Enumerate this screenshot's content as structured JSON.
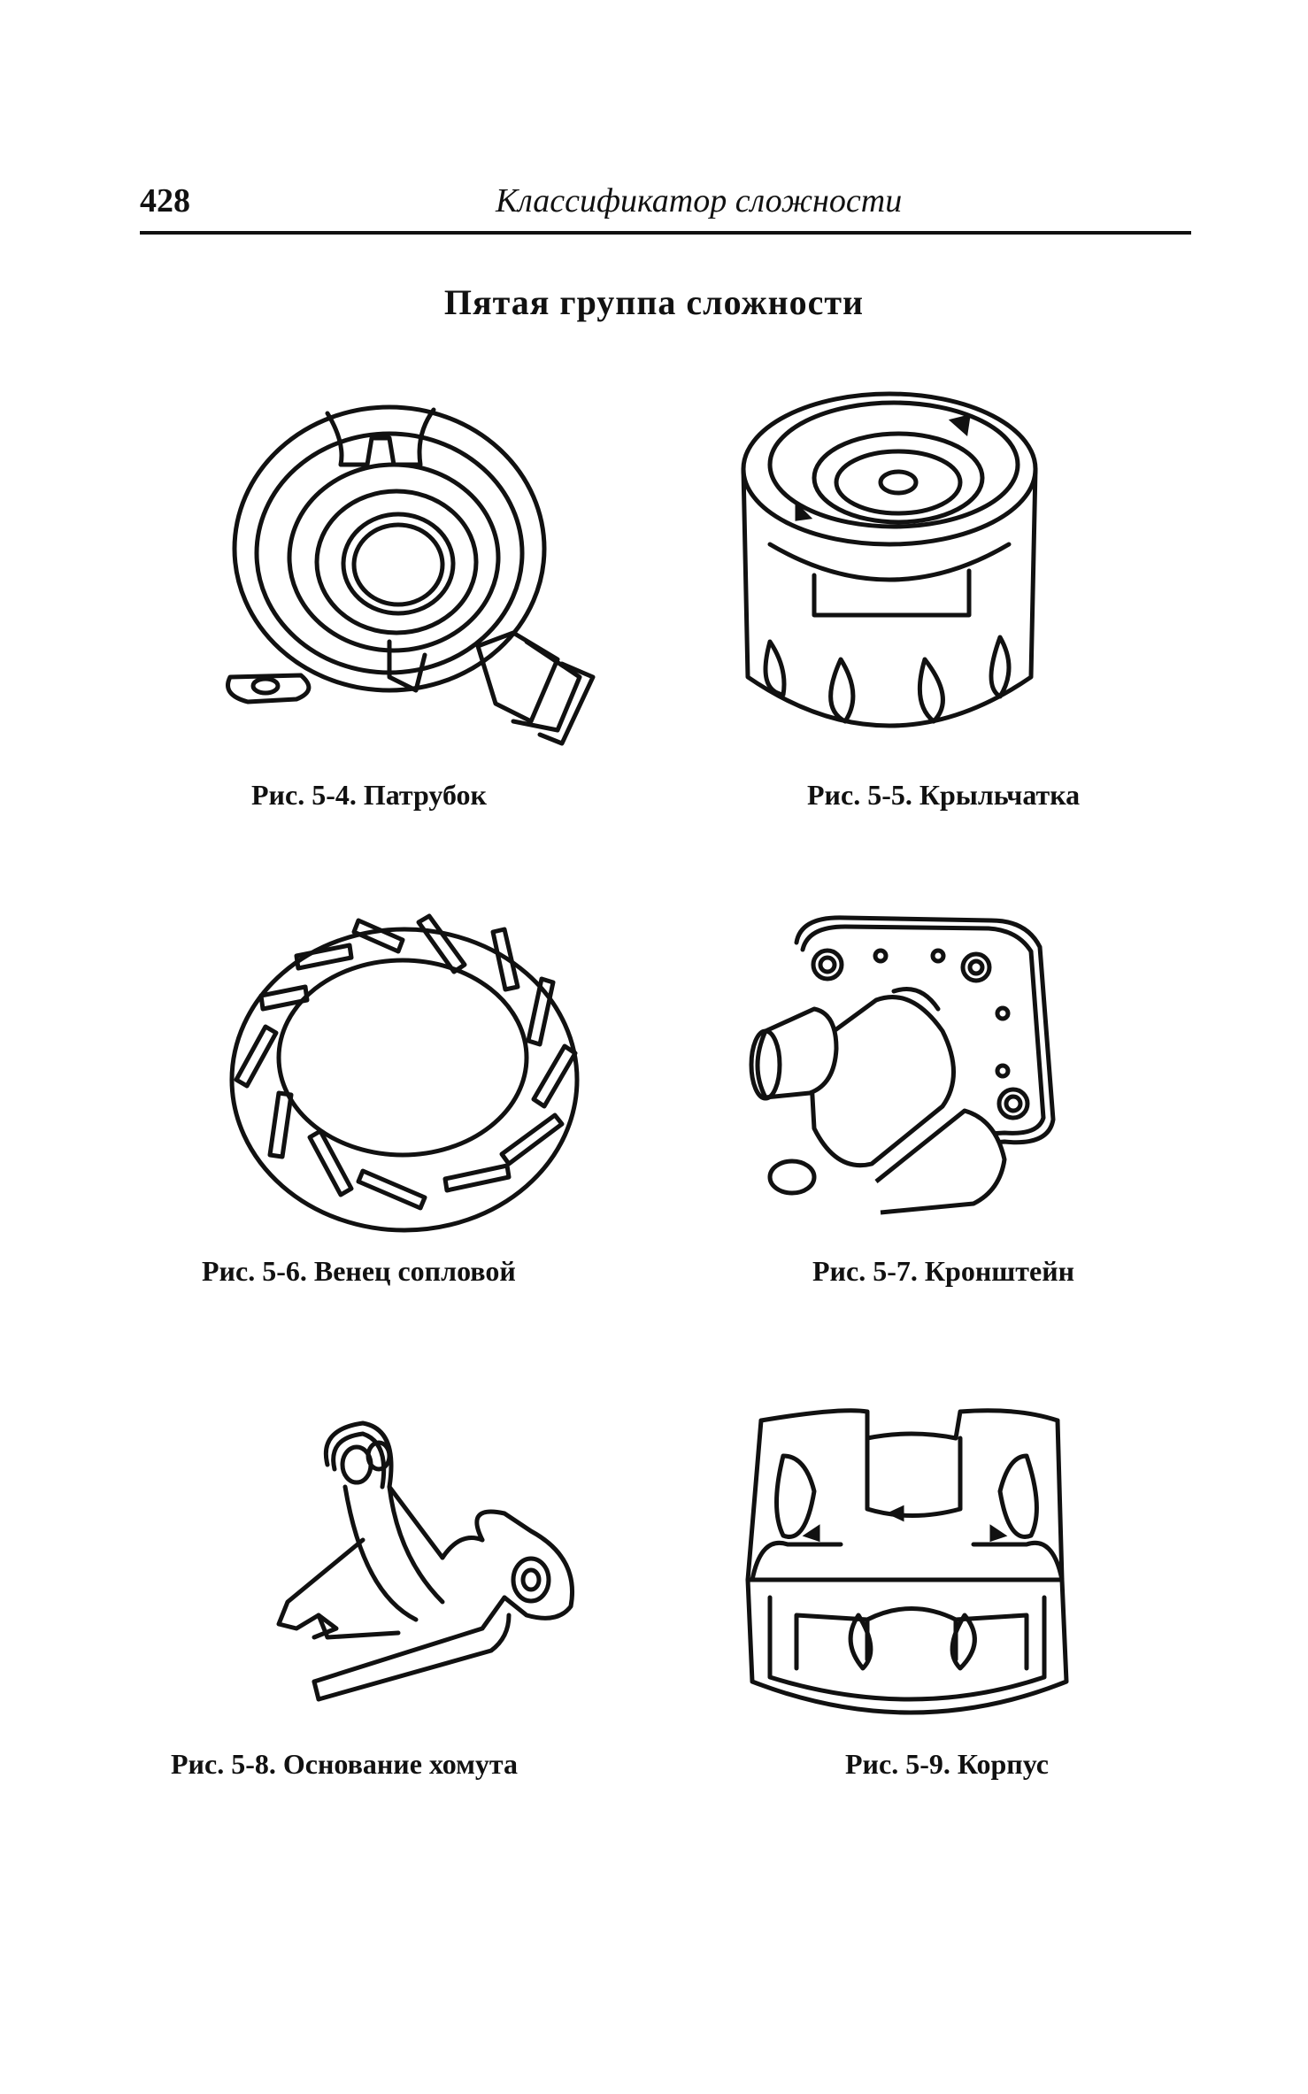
{
  "header": {
    "page_number": "428",
    "running_title": "Классификатор сложности"
  },
  "section": {
    "title": "Пятая группа сложности"
  },
  "figures": [
    {
      "caption": "Рис. 5-4. Патрубок"
    },
    {
      "caption": "Рис. 5-5. Крыльчатка"
    },
    {
      "caption": "Рис. 5-6. Венец сопловой"
    },
    {
      "caption": "Рис. 5-7. Кронштейн"
    },
    {
      "caption": "Рис. 5-8. Основание хомута"
    },
    {
      "caption": "Рис. 5-9. Корпус"
    }
  ]
}
